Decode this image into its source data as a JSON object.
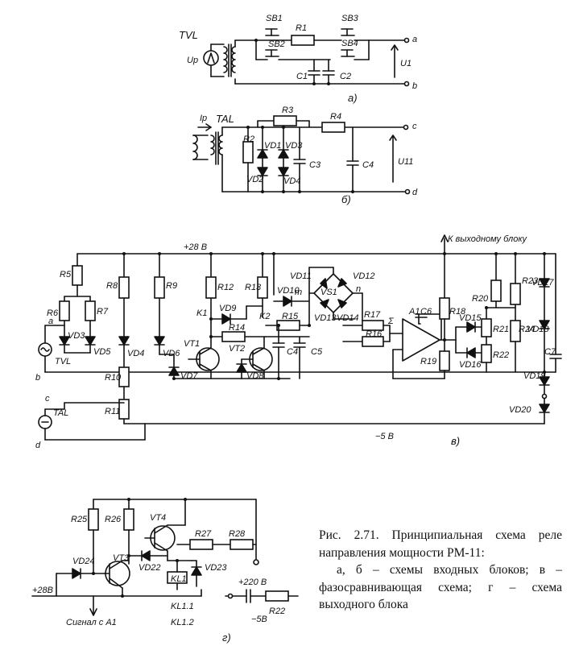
{
  "figure": {
    "caption_line1": "Рис. 2.71. Принципиальная схема реле направления мощности РМ-11:",
    "caption_line2": "а, б – схемы входных блоков; в – фазосравнивающая схема; г – схема выходного блока"
  },
  "sublabels": {
    "a": "а)",
    "b": "б)",
    "v": "в)",
    "g": "г)"
  },
  "block_a": {
    "labels": [
      "TVL",
      "Uр",
      "SB1",
      "SB2",
      "R1",
      "SB3",
      "SB4",
      "C1",
      "C2",
      "U1",
      "a",
      "b"
    ]
  },
  "block_b": {
    "labels": [
      "Iр",
      "TAL",
      "R3",
      "R4",
      "R2",
      "VD1",
      "VD3",
      "VD2",
      "VD4",
      "C3",
      "C4",
      "U11",
      "c",
      "d"
    ]
  },
  "block_v": {
    "supply_plus": "+28 В",
    "supply_minus": "−5 В",
    "output_label": "К выходному блоку",
    "labels": [
      "R5",
      "R6",
      "R7",
      "R8",
      "R9",
      "R10",
      "R11",
      "R12",
      "R13",
      "R14",
      "R15",
      "R16",
      "R17",
      "R18",
      "R19",
      "R20",
      "R21",
      "R22",
      "R23",
      "R24",
      "VD3",
      "VD4",
      "VD5",
      "VD6",
      "VD7",
      "VD8",
      "VD9",
      "VD10",
      "VD11",
      "VD12",
      "VD13",
      "VD14",
      "VD15",
      "VD16",
      "VD17",
      "VD18",
      "VD19",
      "VD20",
      "VS1",
      "VT1",
      "VT2",
      "A1",
      "C4",
      "C5",
      "C6",
      "C7",
      "K1",
      "K2",
      "TVL",
      "TAL",
      "a",
      "b",
      "c",
      "d",
      "m",
      "n",
      "Σ"
    ]
  },
  "block_g": {
    "labels": [
      "R25",
      "R26",
      "R27",
      "R28",
      "R22",
      "VT3",
      "VT4",
      "VD22",
      "VD23",
      "VD24",
      "KL1",
      "KL1.1",
      "KL1.2",
      "+28В",
      "+220 В",
      "−5В",
      "Сигнал с А1"
    ]
  }
}
